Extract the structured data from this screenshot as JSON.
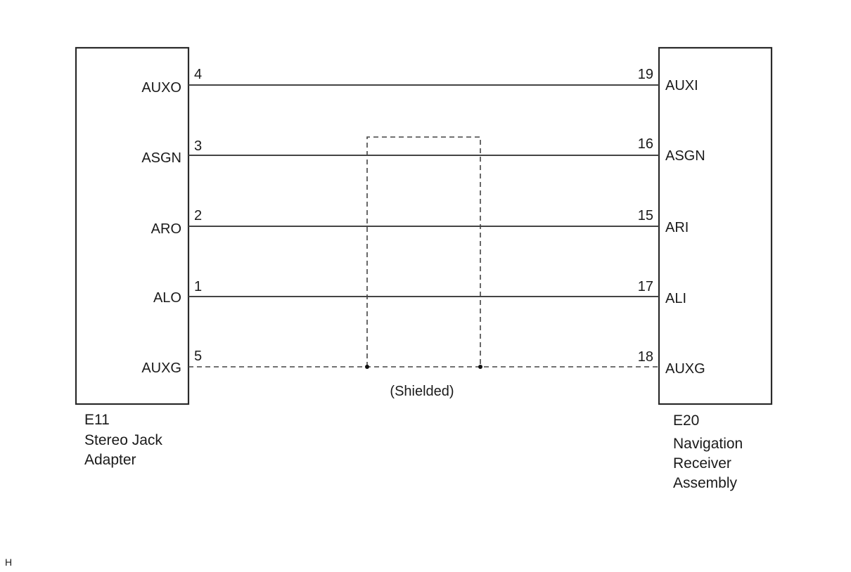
{
  "left_component": {
    "code": "E11",
    "name_line1": "Stereo Jack",
    "name_line2": "Adapter",
    "pins": [
      {
        "name": "AUXO",
        "number": "4"
      },
      {
        "name": "ASGN",
        "number": "3"
      },
      {
        "name": "ARO",
        "number": "2"
      },
      {
        "name": "ALO",
        "number": "1"
      },
      {
        "name": "AUXG",
        "number": "5"
      }
    ]
  },
  "right_component": {
    "code": "E20",
    "name_line1": "Navigation",
    "name_line2": "Receiver",
    "name_line3": "Assembly",
    "pins": [
      {
        "name": "AUXI",
        "number": "19"
      },
      {
        "name": "ASGN",
        "number": "16"
      },
      {
        "name": "ARI",
        "number": "15"
      },
      {
        "name": "ALI",
        "number": "17"
      },
      {
        "name": "AUXG",
        "number": "18"
      }
    ]
  },
  "shield_label": "(Shielded)",
  "corner_mark": "H"
}
